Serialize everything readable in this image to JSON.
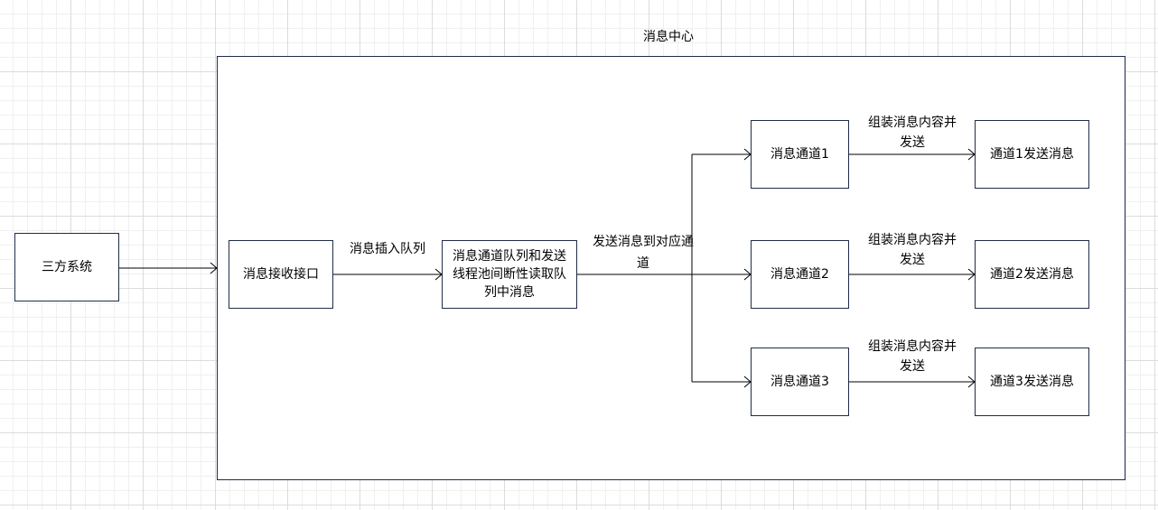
{
  "title": "消息中心",
  "nodes": {
    "third_party": "三方系统",
    "receive_api": "消息接收接口",
    "queue_pool": "消息通道队列和发送线程池间断性读取队列中消息",
    "channel1": "消息通道1",
    "channel2": "消息通道2",
    "channel3": "消息通道3",
    "send1": "通道1发送消息",
    "send2": "通道2发送消息",
    "send3": "通道3发送消息"
  },
  "edge_labels": {
    "insert_queue": "消息插入队列",
    "dispatch": "发送消息到对应通道",
    "assemble1": "组装消息内容并发送",
    "assemble2": "组装消息内容并发送",
    "assemble3": "组装消息内容并发送"
  }
}
